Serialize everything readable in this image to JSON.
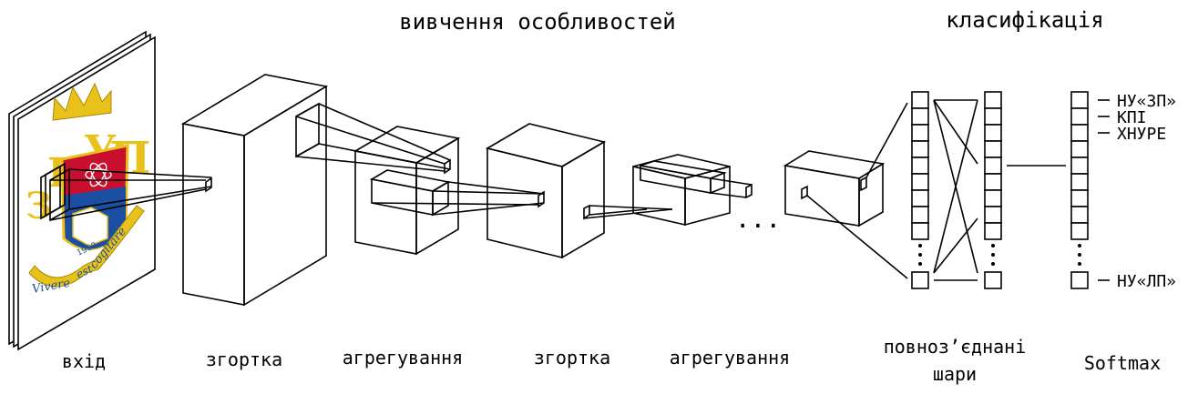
{
  "headings": {
    "feature_learning": "вивчення особливостей",
    "classification": "класифікація"
  },
  "stage_labels": {
    "input": "вхід",
    "conv1": "згортка",
    "pool1": "агрегування",
    "conv2": "згортка",
    "pool2": "агрегування",
    "fc": [
      "повноз’єднані",
      "шари"
    ],
    "softmax": "Softmax"
  },
  "ellipsis": "...",
  "output_classes": [
    "НУ«ЗП»",
    "КПІ",
    "ХНУРЕ",
    "НУ«ЛП»"
  ],
  "input_image": {
    "emblem_letters": "НУЗП",
    "motto_left": "Vivere",
    "motto_mid": "est",
    "motto_right": "cogitare",
    "year": "1900",
    "colors": {
      "gold": "#e8c21a",
      "red": "#c8102e",
      "blue": "#1a4fa3",
      "white": "#ffffff"
    }
  },
  "colors": {
    "line": "#000000",
    "background": "#ffffff"
  }
}
